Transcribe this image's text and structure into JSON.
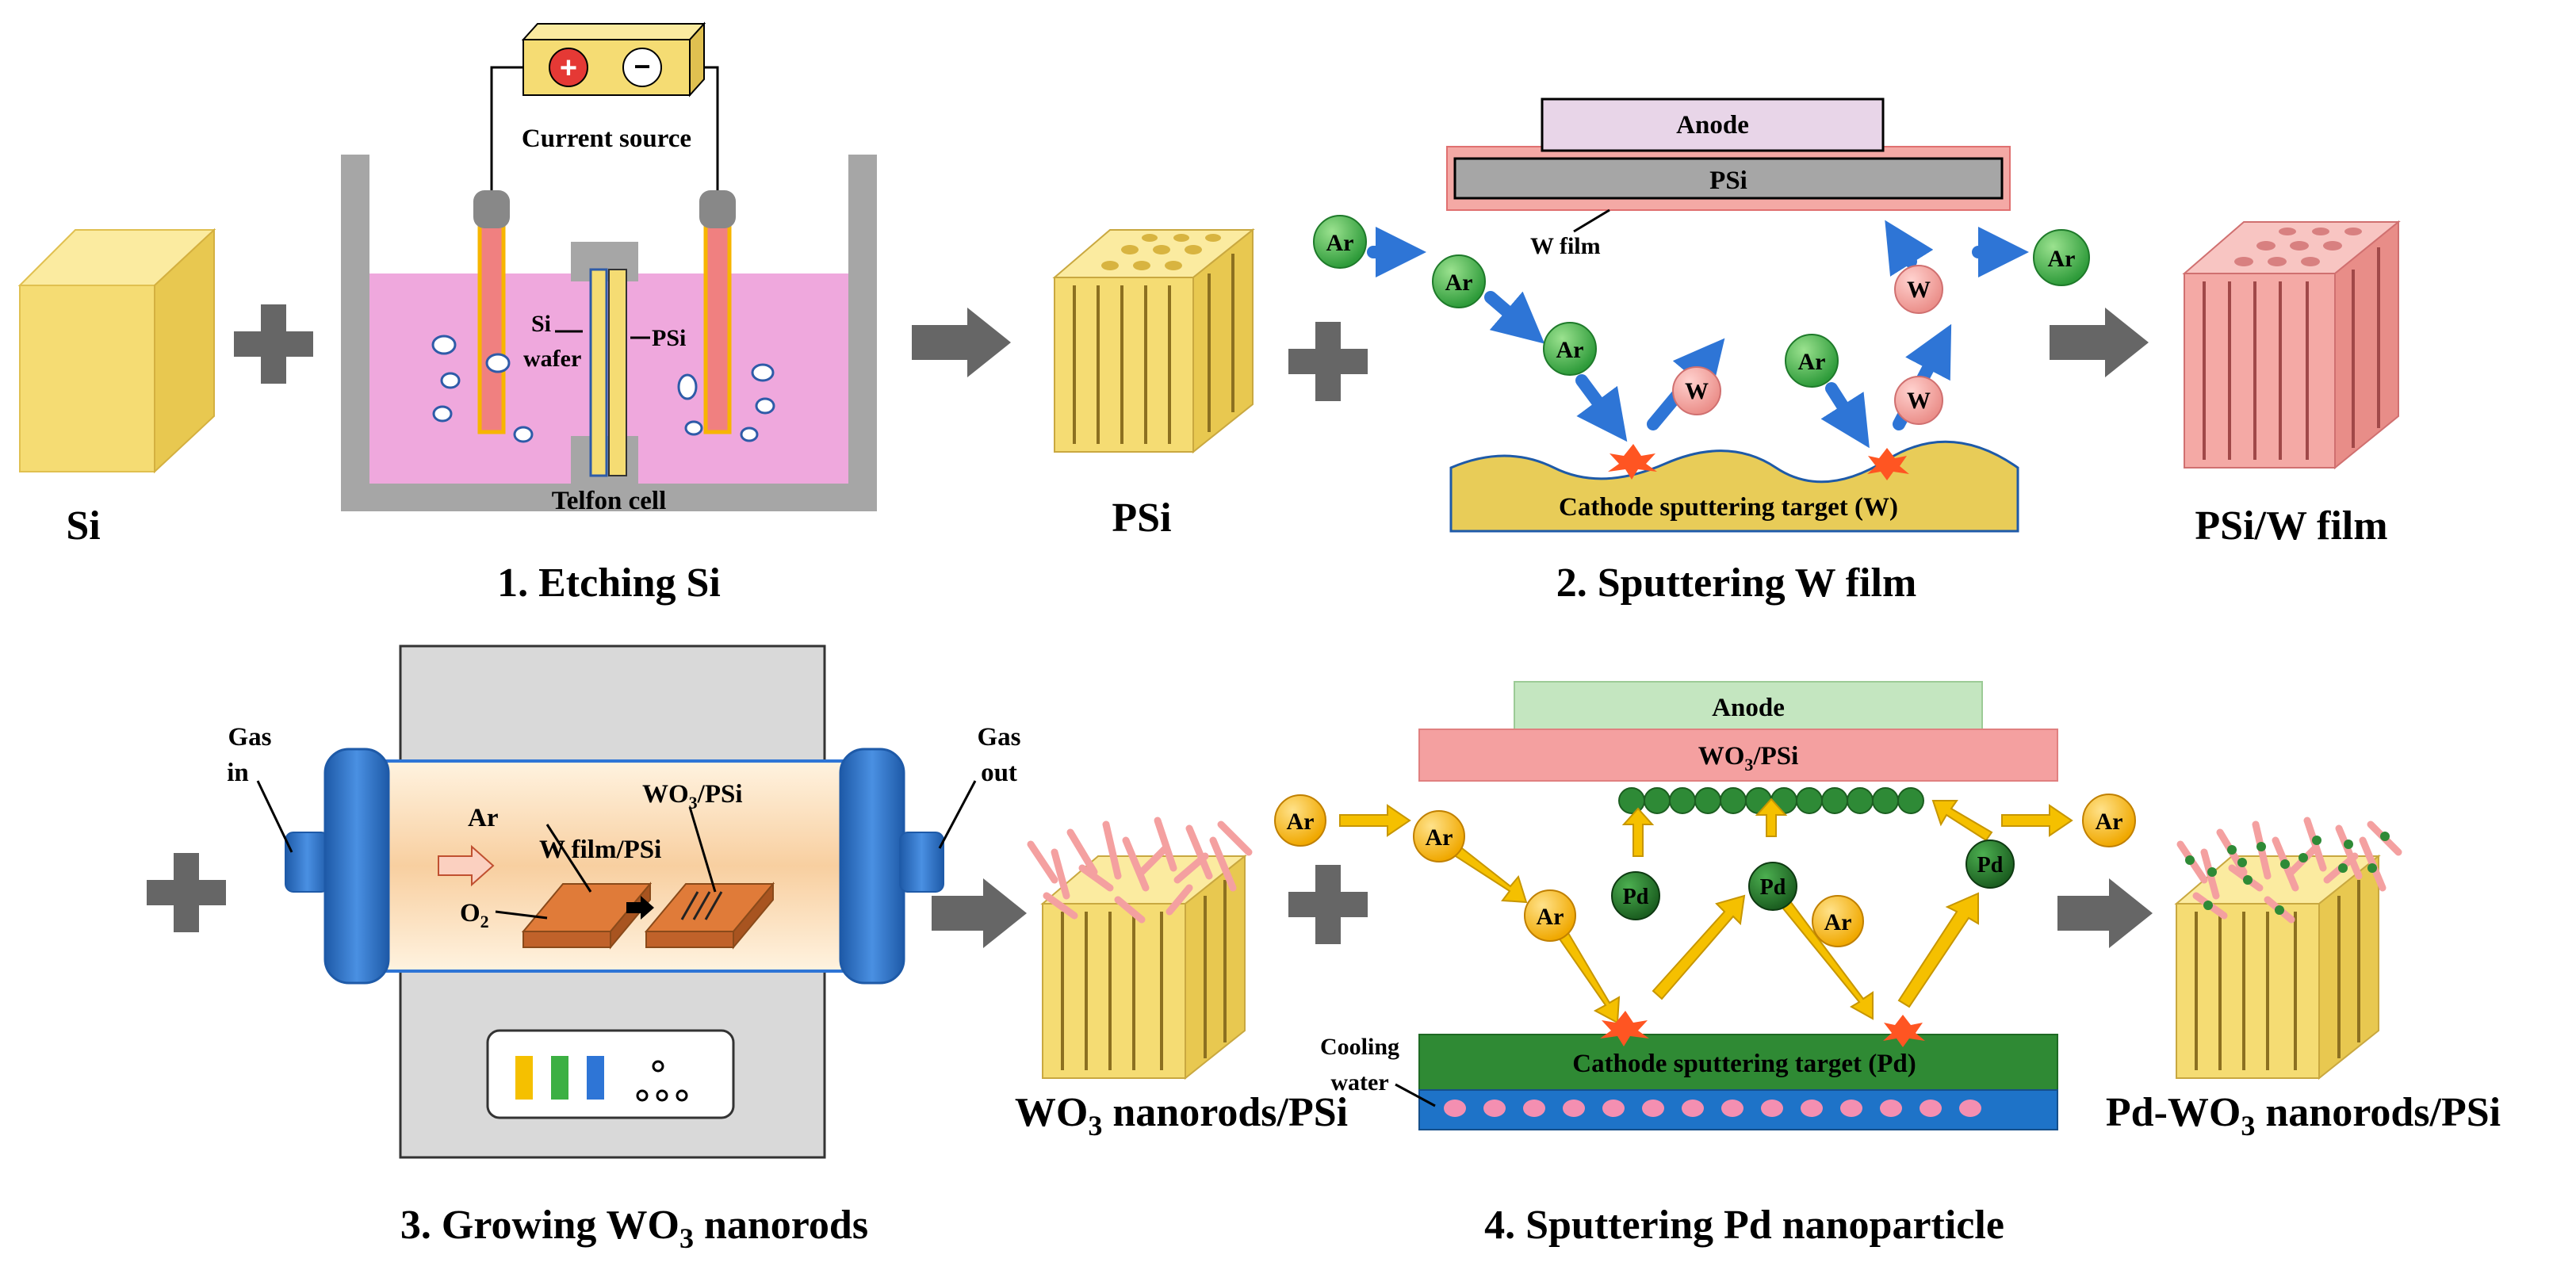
{
  "labels": {
    "si": "Si",
    "psi": "PSi",
    "psi_w_film": "PSi/W film",
    "current_source": "Current source",
    "si_wafer_1": "Si",
    "si_wafer_2": "wafer",
    "psi_arrow": "PSi",
    "teflon_cell": "Telfon cell",
    "anode_1": "Anode",
    "psi_target": "PSi",
    "w_film": "W film",
    "cathode_w": "Cathode sputtering target (W)",
    "ar": "Ar",
    "w": "W",
    "gas_in_1": "Gas",
    "gas_in_2": "in",
    "gas_out_1": "Gas",
    "gas_out_2": "out",
    "furnace_ar": "Ar",
    "furnace_o2": "O",
    "furnace_o2_sub": "2",
    "furnace_wfilm": "W film/PSi",
    "furnace_wo3_a": "WO",
    "furnace_wo3_sub": "3",
    "furnace_wo3_b": "/PSi",
    "wo3_nanorods_a": "WO",
    "wo3_nanorods_sub": "3",
    "wo3_nanorods_b": " nanorods/PSi",
    "anode_2": "Anode",
    "wo3_psi_a": "WO",
    "wo3_psi_sub": "3",
    "wo3_psi_b": "/PSi",
    "pd": "Pd",
    "cathode_pd": "Cathode sputtering target (Pd)",
    "cooling_1": "Cooling",
    "cooling_2": "water",
    "pd_wo3_a": "Pd-WO",
    "pd_wo3_sub": "3",
    "pd_wo3_b": " nanorods/PSi"
  },
  "steps": {
    "step1": "1. Etching Si",
    "step2": "2. Sputtering W film",
    "step3_a": "3. Growing WO",
    "step3_sub": "3",
    "step3_b": " nanorods",
    "step4": "4. Sputtering Pd nanoparticle"
  },
  "colors": {
    "si_yellow": "#F5DC73",
    "etch_pink": "#EFA8DD",
    "wall_gray": "#A6A6A6",
    "w_pink": "#F4A9A5",
    "ar_green": "#3CB043",
    "ar_orange": "#F7B500",
    "pd_green": "#2E7D32",
    "arrow_blue": "#2E75D6",
    "arrow_gold": "#F5C000",
    "process_gray": "#666666",
    "tube_blue": "#2E75D6",
    "target_green": "#2F8A34",
    "anode_lavender": "#E8D5E8",
    "anode_green": "#C4E6C0"
  }
}
